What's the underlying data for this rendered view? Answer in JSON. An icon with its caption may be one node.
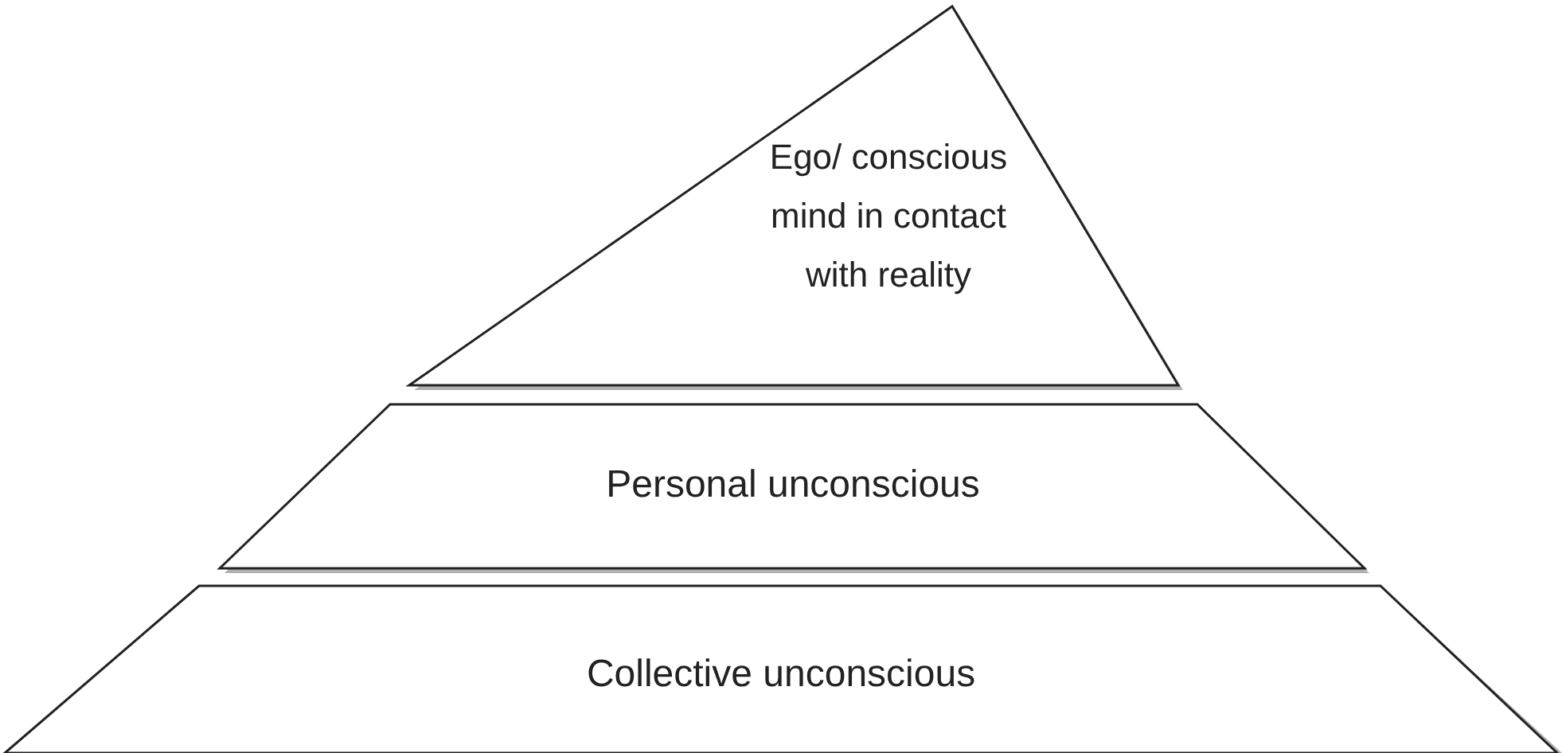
{
  "diagram": {
    "nodes": [
      {
        "text": [
          "Ego/ conscious mind in contact with reality"
        ]
      },
      {
        "text": [
          "Personal unconscious"
        ]
      },
      {
        "text": [
          "Collective unconscious"
        ]
      }
    ]
  }
}
